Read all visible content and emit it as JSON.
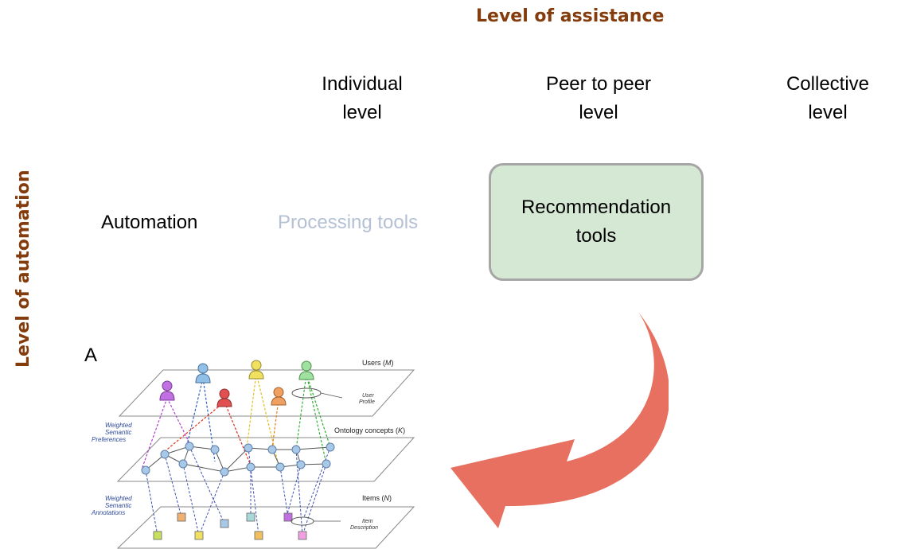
{
  "axes": {
    "horizontal_title": "Level of assistance",
    "vertical_title": "Level of automation"
  },
  "columns": [
    {
      "line1": "Individual",
      "line2": "level"
    },
    {
      "line1": "Peer to peer",
      "line2": "level"
    },
    {
      "line1": "Collective",
      "line2": "level"
    }
  ],
  "row": {
    "label": "Automation",
    "processing_tools": "Processing tools",
    "recommendation_line1": "Recommendation",
    "recommendation_line2": "tools"
  },
  "fragment_letter": "A",
  "figure": {
    "users_label": "Users (",
    "users_var": "M",
    "concepts_label": "Ontology concepts (",
    "concepts_var": "K",
    "items_label": "Items (",
    "items_var": "N",
    "close_paren": ")",
    "user_profile_line1": "User",
    "user_profile_line2": "Profile",
    "item_desc_line1": "Item",
    "item_desc_line2": "Description",
    "wsp_line1": "Weighted",
    "wsp_line2": "Semantic",
    "wsp_line3": "Preferences",
    "wsa_line1": "Weighted",
    "wsa_line2": "Semantic",
    "wsa_line3": "Annotations"
  },
  "colors": {
    "title": "#843c0c",
    "recommendation_fill": "#d5e8d4",
    "recommendation_border": "#a6a6a6",
    "faded_text": "#b4c0d4",
    "arrow": "#e87060"
  }
}
